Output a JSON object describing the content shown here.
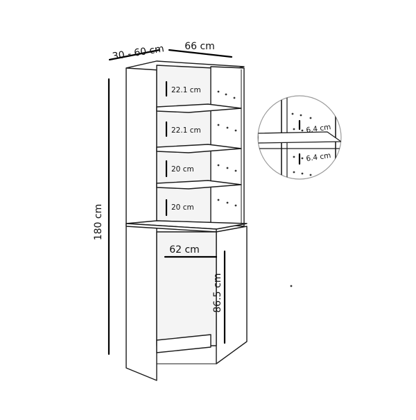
{
  "dimensions": {
    "depth": "30 - 60 cm",
    "width": "66 cm",
    "height": "180 cm",
    "inner_width": "62 cm",
    "inner_height": "86.5 cm"
  },
  "shelves": [
    {
      "label": "22.1 cm"
    },
    {
      "label": "22.1 cm"
    },
    {
      "label": "20 cm"
    },
    {
      "label": "20 cm"
    }
  ],
  "detail": {
    "upper_gap": "6.4 cm",
    "lower_gap": "6.4 cm"
  }
}
